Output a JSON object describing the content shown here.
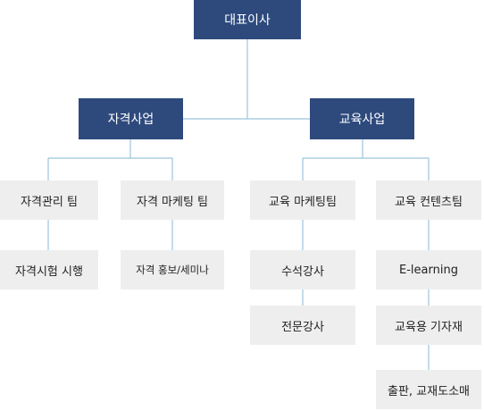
{
  "org": {
    "ceo": "대표이사",
    "division_certification": "자격사업",
    "division_education": "교육사업",
    "team_cert_mgmt": "자격관리 팀",
    "team_cert_marketing": "자격 마케팅 팀",
    "team_edu_marketing": "교육 마케팅팀",
    "team_edu_contents": "교육 컨텐츠팀",
    "task_cert_exam": "자격시험 시행",
    "task_cert_promo": "자격 홍보/세미나",
    "task_instructor": "수석강사",
    "task_specialist": "전문강사",
    "task_elearning": "E-learning",
    "task_equipment": "교육용 기자재",
    "task_publishing": "출판, 교재도소매"
  },
  "colors": {
    "dark_box": "#2e4a7d",
    "light_box": "#eeeeee",
    "connector": "#9cc4dc"
  }
}
